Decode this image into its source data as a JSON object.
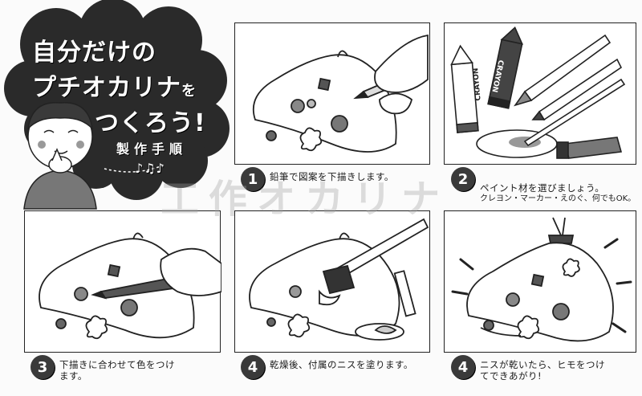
{
  "title": {
    "line1": "自分だけの",
    "line2": "プチオカリナ",
    "line2_small": "を",
    "line3": "つくろう!",
    "procedure": "製作手順",
    "notes": "♪♫♪"
  },
  "watermark": "工作オカリナ",
  "steps": [
    {
      "number": "1",
      "text": "鉛筆で図案を下描きします。",
      "sub": ""
    },
    {
      "number": "2",
      "text": "ペイント材を選びましょう。",
      "sub": "クレヨン・マーカー・えのぐ、何でもOK。",
      "crayon_label": "CRAYON"
    },
    {
      "number": "3",
      "text": "下描きに合わせて色をつけ\nます。",
      "sub": ""
    },
    {
      "number": "4",
      "text": "乾燥後、付属のニスを塗ります。",
      "sub": ""
    },
    {
      "number": "4",
      "text": "ニスが乾いたら、ヒモをつけ\nてできあがり!",
      "sub": ""
    }
  ]
}
